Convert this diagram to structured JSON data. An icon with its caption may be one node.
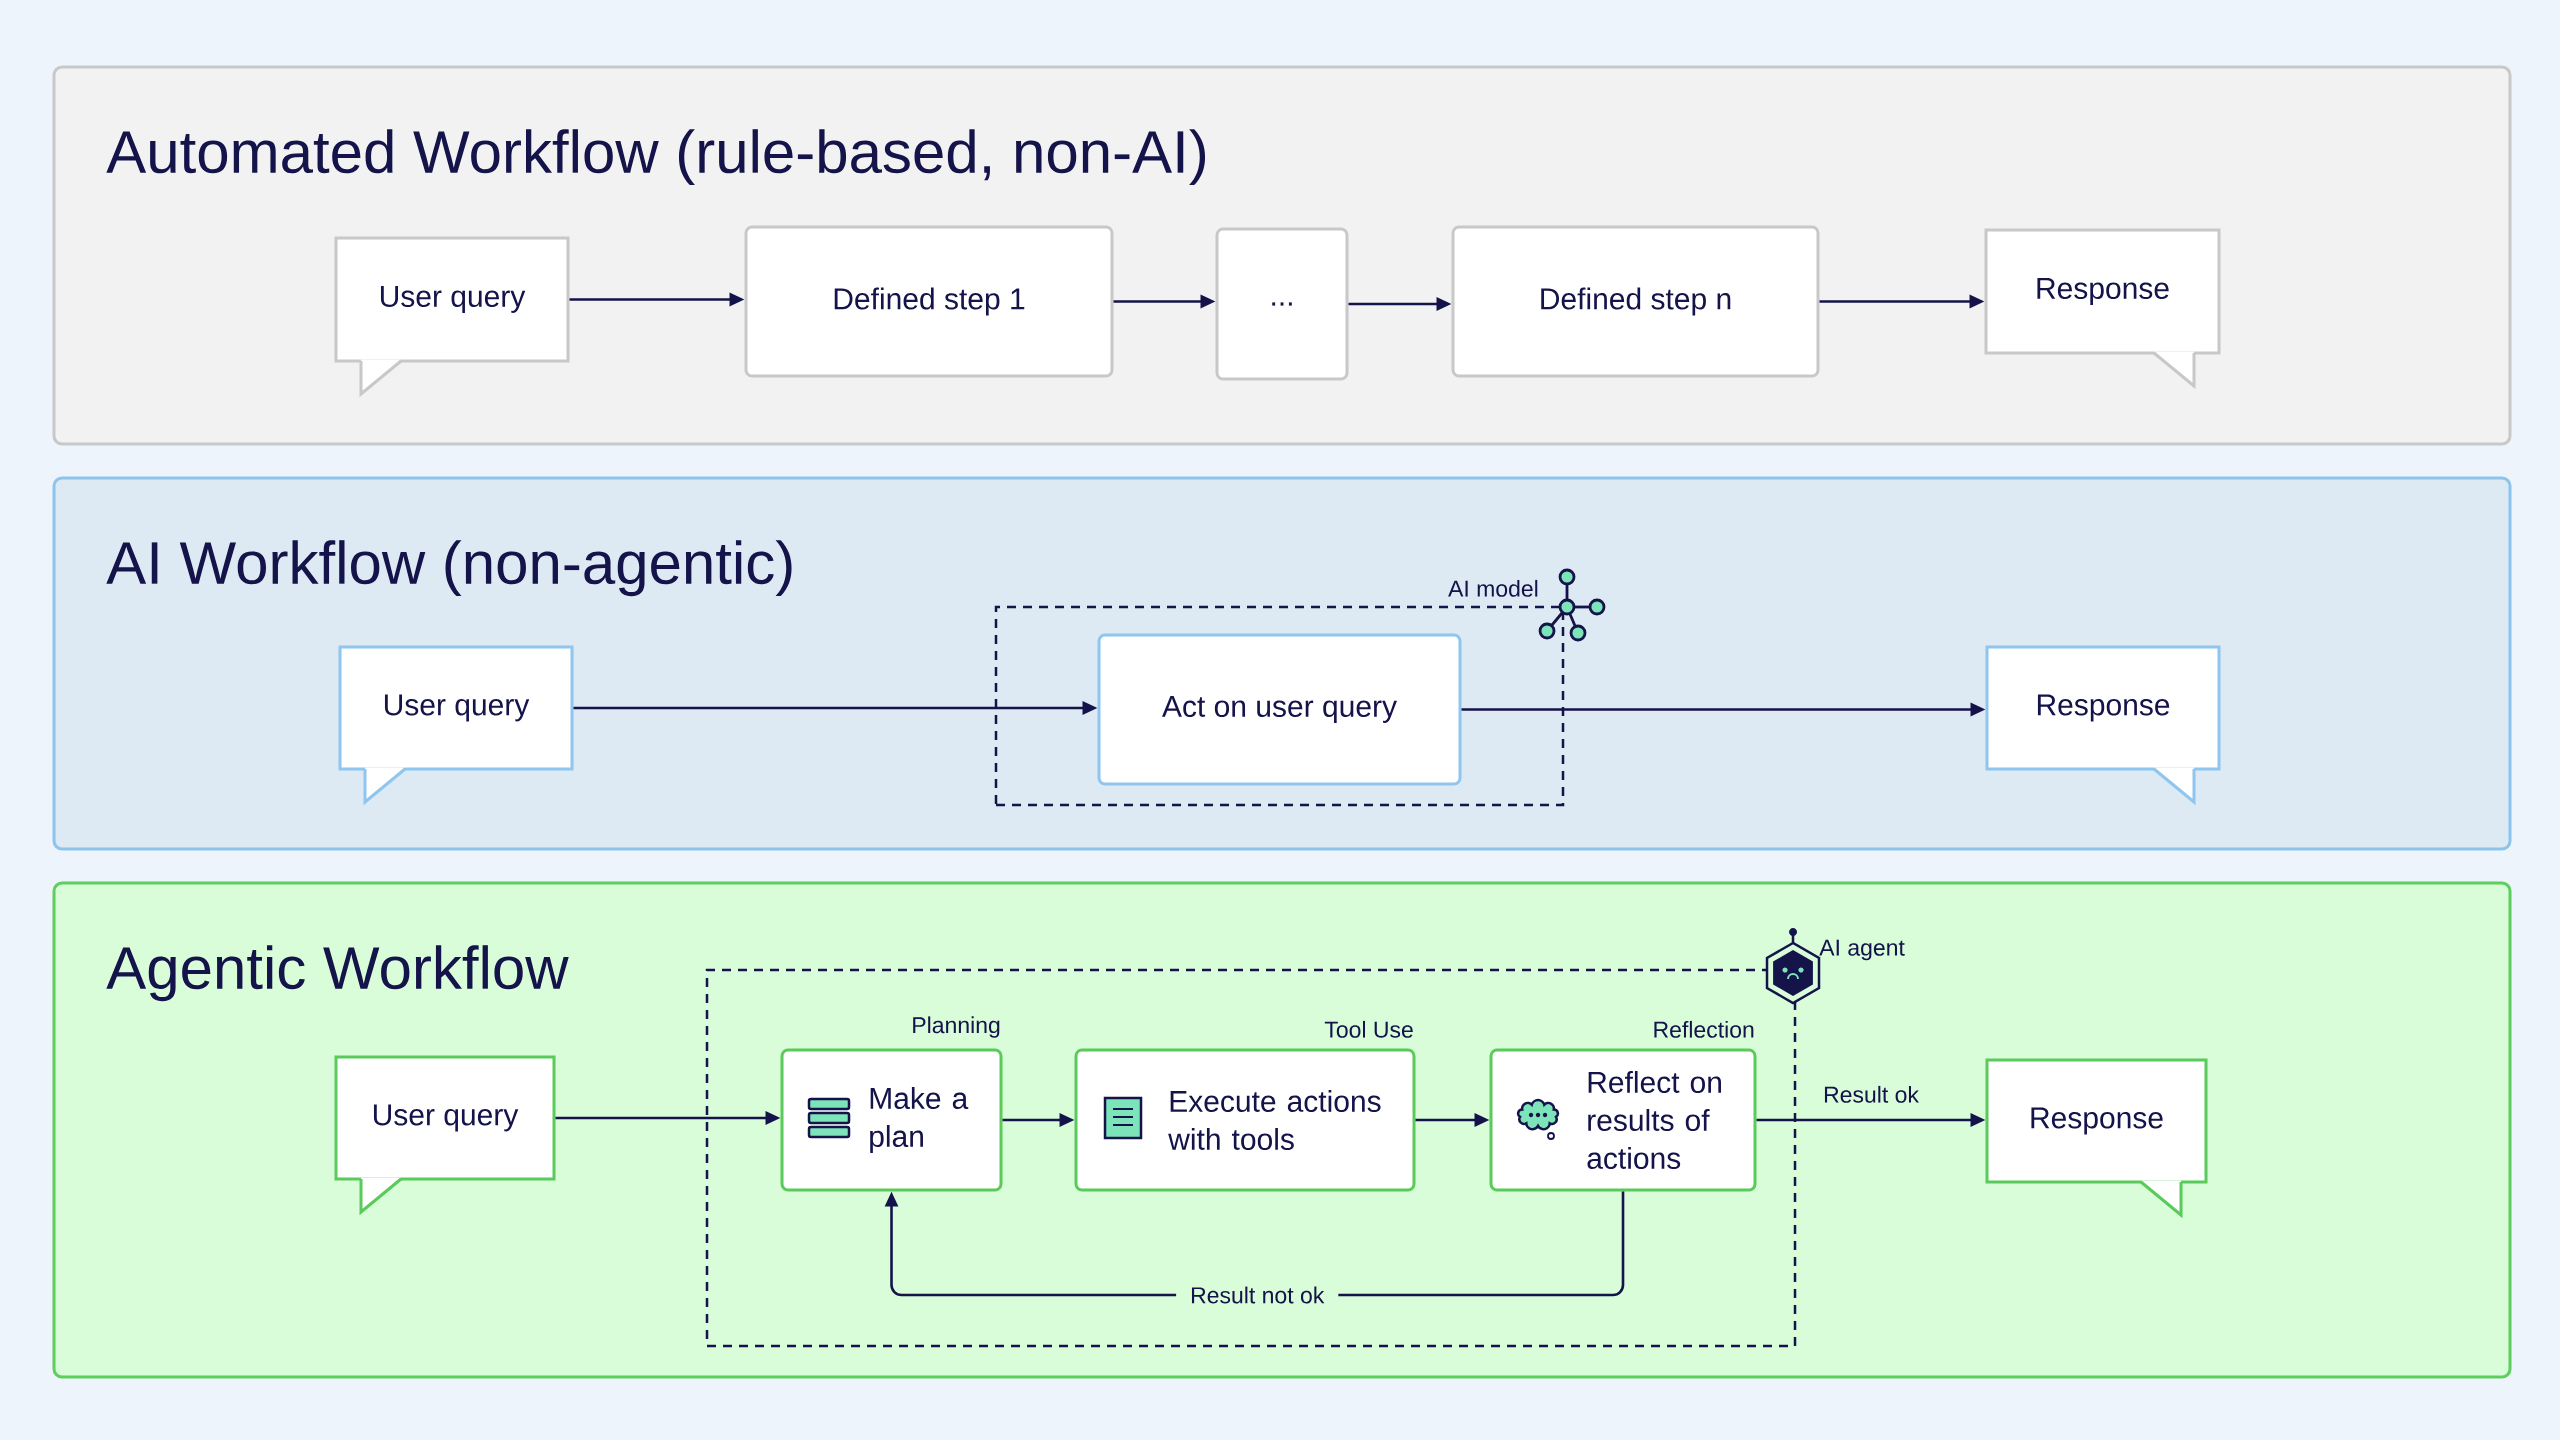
{
  "diagram": {
    "nodes": [
      {
        "text": [
          "Automated Workflow (rule-based, non-AI)"
        ]
      },
      {
        "text": [
          "User query"
        ],
        "in": 0
      },
      {
        "text": [
          "Defined step 1"
        ],
        "in": 0
      },
      {
        "text": [
          "..."
        ],
        "in": 0
      },
      {
        "text": [
          "Defined step n"
        ],
        "in": 0
      },
      {
        "text": [
          "Response"
        ],
        "in": 0
      },
      {
        "text": [
          "AI Workflow (non-agentic)"
        ]
      },
      {
        "text": [
          "User query"
        ],
        "in": 6
      },
      {
        "text": [
          "AI model"
        ],
        "in": 6
      },
      {
        "text": [
          "Act on user query"
        ],
        "in": 8
      },
      {
        "text": [
          "Response"
        ],
        "in": 6
      },
      {
        "text": [
          "Agentic Workflow"
        ]
      },
      {
        "text": [
          "User query"
        ],
        "in": 11
      },
      {
        "text": [
          "AI agent"
        ],
        "in": 11
      },
      {
        "text": [
          "Make a plan"
        ],
        "in": 13,
        "beside": [
          "Planning"
        ]
      },
      {
        "text": [
          "Execute actions with tools"
        ],
        "in": 13,
        "beside": [
          "Tool Use"
        ]
      },
      {
        "text": [
          "Reflect on results of actions"
        ],
        "in": 13,
        "beside": [
          "Reflection"
        ]
      },
      {
        "text": [
          "Response"
        ],
        "in": 11
      }
    ],
    "edges": [
      {
        "from": 1,
        "to": 2,
        "arrow": "to"
      },
      {
        "from": 2,
        "to": 3,
        "arrow": "to"
      },
      {
        "from": 3,
        "to": 4,
        "arrow": "to"
      },
      {
        "from": 4,
        "to": 5,
        "arrow": "to"
      },
      {
        "from": 7,
        "to": 9,
        "arrow": "to"
      },
      {
        "from": 9,
        "to": 10,
        "arrow": "to"
      },
      {
        "from": 12,
        "to": 14,
        "arrow": "to"
      },
      {
        "from": 14,
        "to": 15,
        "arrow": "to"
      },
      {
        "from": 15,
        "to": 16,
        "arrow": "to"
      },
      {
        "from": 16,
        "to": 17,
        "arrow": "to",
        "label": "Result ok"
      },
      {
        "from": 16,
        "to": 14,
        "arrow": "to",
        "label": "Result not ok"
      }
    ]
  }
}
